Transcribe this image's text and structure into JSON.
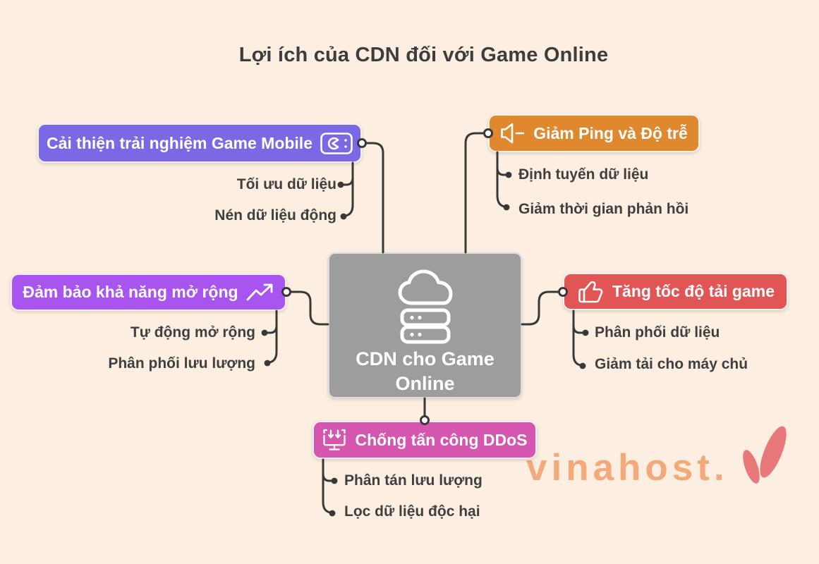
{
  "title": "Lợi ích của CDN đối với Game Online",
  "center": {
    "label": "CDN cho Game Online",
    "color": "#9d9d9d",
    "icons": [
      "cloud-icon",
      "server-stack-icon"
    ]
  },
  "branches": [
    {
      "label": "Cải thiện trải nghiệm Game Mobile",
      "icon": "mobile-game-icon",
      "color": "#7b68e4",
      "children": [
        "Tối ưu dữ liệu",
        "Nén dữ liệu động"
      ]
    },
    {
      "label": "Giảm Ping và Độ trễ",
      "icon": "volume-down-icon",
      "color": "#e0882e",
      "children": [
        "Định tuyến dữ liệu",
        "Giảm thời gian phản hồi"
      ]
    },
    {
      "label": "Đảm bảo khả năng mở rộng",
      "icon": "trend-up-icon",
      "color": "#a855ef",
      "children": [
        "Tự động mở rộng",
        "Phân phối lưu lượng"
      ]
    },
    {
      "label": "Tăng tốc độ tải game",
      "icon": "thumbs-up-icon",
      "color": "#e25555",
      "children": [
        "Phân phối dữ liệu",
        "Giảm tải cho máy chủ"
      ]
    },
    {
      "label": "Chống tấn công DDoS",
      "icon": "ddos-monitor-icon",
      "color": "#d456ae",
      "children": [
        "Phân tán lưu lượng",
        "Lọc dữ liệu độc hại"
      ]
    }
  ],
  "watermark": {
    "text": "vinahost.",
    "text_color": "#f09a62",
    "logo": "v-check-logo",
    "logo_color": "#e7686e"
  },
  "colors": {
    "background": "#fcefe1",
    "connector": "#383838",
    "leaf_text": "#3f3f3f"
  }
}
